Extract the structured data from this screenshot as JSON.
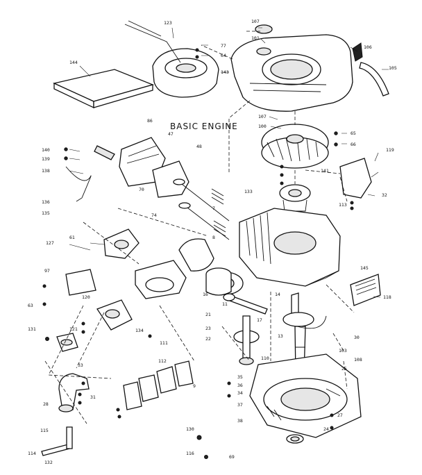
{
  "title": "BASIC ENGINE",
  "colors": {
    "ink": "#111111",
    "paper": "#ffffff"
  },
  "callouts": [
    {
      "id": "c107a",
      "text": "107"
    },
    {
      "id": "c101",
      "text": "101"
    },
    {
      "id": "c123",
      "text": "123"
    },
    {
      "id": "c77",
      "text": "77"
    },
    {
      "id": "c64",
      "text": "64"
    },
    {
      "id": "c143",
      "text": "143"
    },
    {
      "id": "c106",
      "text": "106"
    },
    {
      "id": "c105",
      "text": "105"
    },
    {
      "id": "c144",
      "text": "144"
    },
    {
      "id": "c107b",
      "text": "107"
    },
    {
      "id": "c100",
      "text": "100"
    },
    {
      "id": "c65",
      "text": "65"
    },
    {
      "id": "c66",
      "text": "66"
    },
    {
      "id": "c119",
      "text": "119"
    },
    {
      "id": "c140",
      "text": "140"
    },
    {
      "id": "c139",
      "text": "139"
    },
    {
      "id": "c138",
      "text": "138"
    },
    {
      "id": "c136",
      "text": "136"
    },
    {
      "id": "c135",
      "text": "135"
    },
    {
      "id": "c86",
      "text": "86"
    },
    {
      "id": "c47",
      "text": "47"
    },
    {
      "id": "c48",
      "text": "48"
    },
    {
      "id": "c141",
      "text": "141"
    },
    {
      "id": "c133",
      "text": "133"
    },
    {
      "id": "c113",
      "text": "113"
    },
    {
      "id": "c127",
      "text": "127"
    },
    {
      "id": "c61",
      "text": "61"
    },
    {
      "id": "c70",
      "text": "70"
    },
    {
      "id": "c7",
      "text": "7"
    },
    {
      "id": "c8",
      "text": "8"
    },
    {
      "id": "c74",
      "text": "74"
    },
    {
      "id": "c97",
      "text": "97"
    },
    {
      "id": "c145",
      "text": "145"
    },
    {
      "id": "c118",
      "text": "118"
    },
    {
      "id": "c120",
      "text": "120"
    },
    {
      "id": "c63",
      "text": "63"
    },
    {
      "id": "c131",
      "text": "131"
    },
    {
      "id": "c121",
      "text": "121"
    },
    {
      "id": "c134",
      "text": "134"
    },
    {
      "id": "c16",
      "text": "16"
    },
    {
      "id": "c23",
      "text": "23"
    },
    {
      "id": "c14",
      "text": "14"
    },
    {
      "id": "c13",
      "text": "13"
    },
    {
      "id": "c11",
      "text": "11"
    },
    {
      "id": "c21",
      "text": "21"
    },
    {
      "id": "c22",
      "text": "22"
    },
    {
      "id": "c17",
      "text": "17"
    },
    {
      "id": "c34",
      "text": "34"
    },
    {
      "id": "c35",
      "text": "35"
    },
    {
      "id": "c36",
      "text": "36"
    },
    {
      "id": "c37",
      "text": "37"
    },
    {
      "id": "c38",
      "text": "38"
    },
    {
      "id": "c111",
      "text": "111"
    },
    {
      "id": "c112",
      "text": "112"
    },
    {
      "id": "c33",
      "text": "33"
    },
    {
      "id": "c31",
      "text": "31"
    },
    {
      "id": "c115",
      "text": "115"
    },
    {
      "id": "c114",
      "text": "114"
    },
    {
      "id": "c132",
      "text": "132"
    },
    {
      "id": "c130",
      "text": "130"
    },
    {
      "id": "c116",
      "text": "116"
    },
    {
      "id": "c69",
      "text": "69"
    },
    {
      "id": "c28",
      "text": "28"
    },
    {
      "id": "c27",
      "text": "27"
    },
    {
      "id": "c24",
      "text": "24"
    },
    {
      "id": "c110",
      "text": "110"
    },
    {
      "id": "c25",
      "text": "25"
    },
    {
      "id": "c30",
      "text": "30"
    },
    {
      "id": "c108",
      "text": "108"
    },
    {
      "id": "c103",
      "text": "103"
    },
    {
      "id": "c32",
      "text": "32"
    },
    {
      "id": "c9",
      "text": "9"
    }
  ]
}
